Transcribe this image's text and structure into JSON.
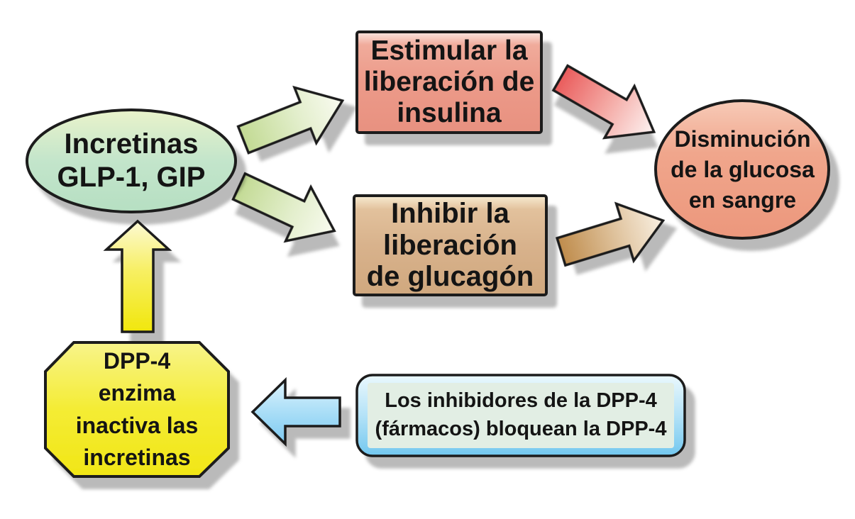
{
  "diagram": {
    "background": "#ffffff",
    "text_color": "#141414",
    "outline_color": "#1c1c1c",
    "shadow_color": "#b9b9b9",
    "nodes": {
      "incretinas": {
        "shape": "ellipse",
        "fill": "#c3e5cb",
        "lines": [
          "Incretinas",
          "GLP-1, GIP"
        ]
      },
      "estimular_insulina": {
        "shape": "rectangle",
        "fill": "#ec9a89",
        "lines": [
          "Estimular la",
          "liberación de",
          "insulina"
        ]
      },
      "inhibir_glucagon": {
        "shape": "rectangle",
        "fill": "#d8b28c",
        "lines": [
          "Inhibir la",
          "liberación",
          "de glucagón"
        ]
      },
      "disminucion_glucosa": {
        "shape": "ellipse",
        "fill": "#ee9e84",
        "lines": [
          "Disminución",
          "de la glucosa",
          "en sangre"
        ]
      },
      "dpp4_enzima": {
        "shape": "octagon",
        "fill": "#f3ea23",
        "lines": [
          "DPP-4",
          "enzima",
          "inactiva las",
          "incretinas"
        ]
      },
      "inhibidores_dpp4": {
        "shape": "rounded-rectangle",
        "fill": "#e2eee4",
        "frame_fill": "#8ed3f4",
        "lines": [
          "Los inhibidores de la DPP-4",
          "(fármacos) bloquean la DPP-4"
        ]
      }
    },
    "arrows": [
      {
        "id": "incretinas-to-estimular",
        "from": "incretinas",
        "to": "estimular_insulina",
        "color": "#c2da93"
      },
      {
        "id": "incretinas-to-inhibir",
        "from": "incretinas",
        "to": "inhibir_glucagon",
        "color": "#c2da93"
      },
      {
        "id": "estimular-to-disminucion",
        "from": "estimular_insulina",
        "to": "disminucion_glucosa",
        "color": "#ea5c5c"
      },
      {
        "id": "inhibir-to-disminucion",
        "from": "inhibir_glucagon",
        "to": "disminucion_glucosa",
        "color": "#bf8c4c"
      },
      {
        "id": "dpp4-to-incretinas",
        "from": "dpp4_enzima",
        "to": "incretinas",
        "color": "#f1e70f"
      },
      {
        "id": "inhibidores-to-dpp4",
        "from": "inhibidores_dpp4",
        "to": "dpp4_enzima",
        "color": "#7cc9f1"
      }
    ]
  }
}
